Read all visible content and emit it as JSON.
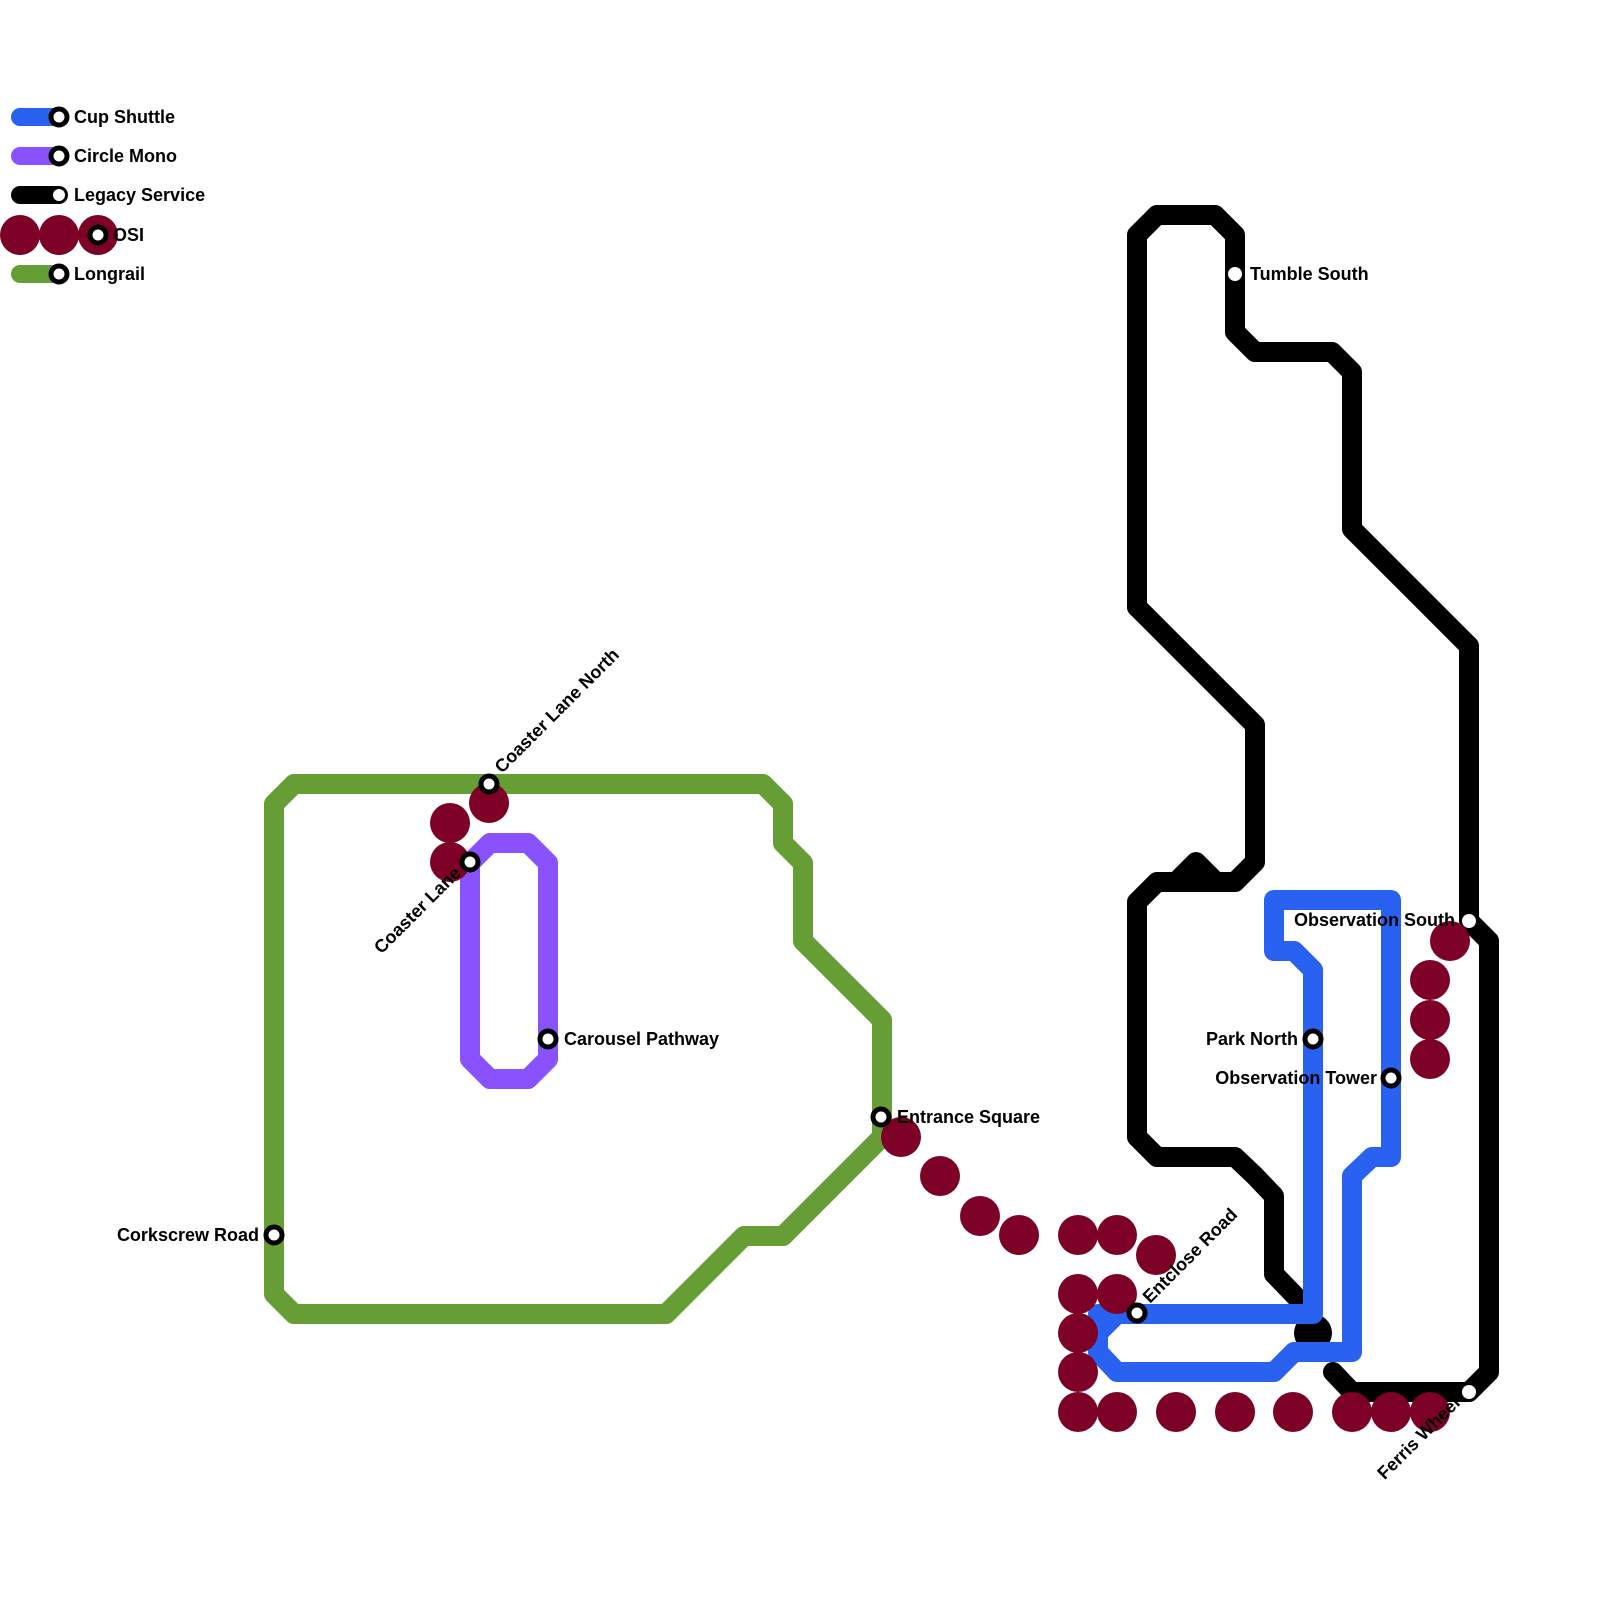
{
  "map_title": "Theme Park Transit Map",
  "colors": {
    "cup_shuttle": "#2962f0",
    "circle_mono": "#8a51ff",
    "legacy_service": "#000000",
    "osi": "#7d0026",
    "longrail": "#679d35",
    "station_fill": "#ffffff",
    "station_stroke": "#000000"
  },
  "legend": [
    {
      "id": "cup_shuttle",
      "label": "Cup Shuttle",
      "style": "line"
    },
    {
      "id": "circle_mono",
      "label": "Circle Mono",
      "style": "line"
    },
    {
      "id": "legacy_service",
      "label": "Legacy Service",
      "style": "line"
    },
    {
      "id": "osi",
      "label": "OSI",
      "style": "dots"
    },
    {
      "id": "longrail",
      "label": "Longrail",
      "style": "line"
    }
  ],
  "lines": [
    {
      "id": "longrail",
      "name": "Longrail",
      "stations": [
        "Coaster Lane North",
        "Entrance Square",
        "Corkscrew Road"
      ]
    },
    {
      "id": "circle_mono",
      "name": "Circle Mono",
      "stations": [
        "Coaster Lane",
        "Carousel Pathway"
      ]
    },
    {
      "id": "legacy_service",
      "name": "Legacy Service",
      "stations": [
        "Tumble South",
        "Observation South",
        "Ferris Wheel"
      ]
    },
    {
      "id": "cup_shuttle",
      "name": "Cup Shuttle",
      "stations": [
        "Park North",
        "Observation Tower",
        "Entclose Road"
      ]
    }
  ],
  "stations": [
    {
      "id": "coaster-lane-north",
      "name": "Coaster Lane North"
    },
    {
      "id": "coaster-lane",
      "name": "Coaster Lane"
    },
    {
      "id": "carousel-pathway",
      "name": "Carousel Pathway"
    },
    {
      "id": "entrance-square",
      "name": "Entrance Square"
    },
    {
      "id": "corkscrew-road",
      "name": "Corkscrew Road"
    },
    {
      "id": "tumble-south",
      "name": "Tumble South"
    },
    {
      "id": "observation-south",
      "name": "Observation South"
    },
    {
      "id": "park-north",
      "name": "Park North"
    },
    {
      "id": "observation-tower",
      "name": "Observation Tower"
    },
    {
      "id": "entclose-road",
      "name": "Entclose Road"
    },
    {
      "id": "ferris-wheel",
      "name": "Ferris Wheel"
    }
  ],
  "osi_links": [
    {
      "from": "Coaster Lane North",
      "to": "Coaster Lane"
    },
    {
      "from": "Entrance Square",
      "to": "Entclose Road"
    },
    {
      "from": "Entclose Road",
      "to": "Ferris Wheel"
    },
    {
      "from": "Observation South",
      "to": "Observation Tower"
    }
  ]
}
